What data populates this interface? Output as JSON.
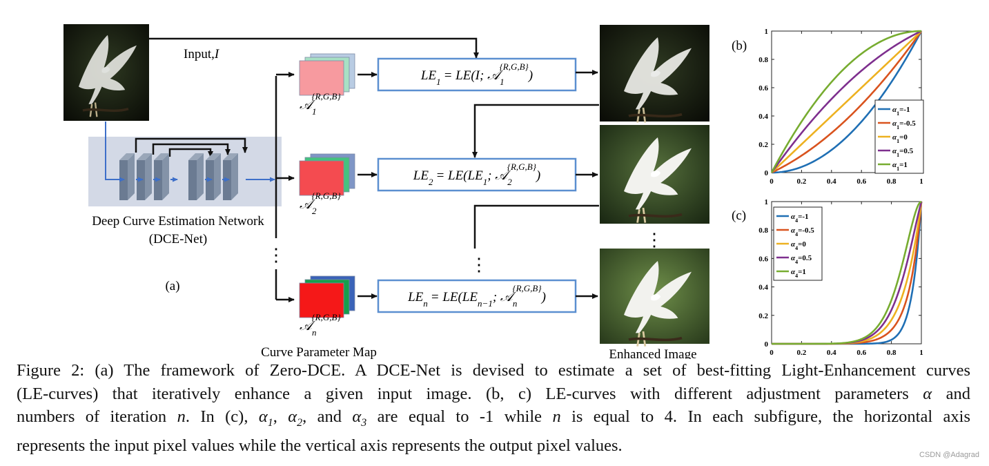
{
  "panel_a": {
    "input_label": "Input,",
    "input_symbol": "I",
    "network_name": "Deep Curve Estimation Network",
    "network_abbr": "(DCE-Net)",
    "panel_label": "(a)",
    "param_map_label": "Curve Parameter Map",
    "enhanced_label": "Enhanced Image",
    "le_boxes": [
      {
        "lhs": "LE",
        "sub": "1",
        "rhs": "= LE(I; 𝒜",
        "asub": "1",
        "asup": "{R,G,B}",
        "close": ")"
      },
      {
        "lhs": "LE",
        "sub": "2",
        "rhs": "= LE(LE",
        "rsub": "1",
        "rhs2": "; 𝒜",
        "asub": "2",
        "asup": "{R,G,B}",
        "close": ")"
      },
      {
        "lhs": "LE",
        "sub": "n",
        "rhs": "= LE(LE",
        "rsub": "n−1",
        "rhs2": "; 𝒜",
        "asub": "n",
        "asup": "{R,G,B}",
        "close": ")"
      }
    ],
    "param_maps": [
      {
        "symbol": "𝒜",
        "sub": "1",
        "sup": "{R,G,B}",
        "colors": [
          "#b9cce3",
          "#a8e0c4",
          "#f79a9f"
        ]
      },
      {
        "symbol": "𝒜",
        "sub": "2",
        "sup": "{R,G,B}",
        "colors": [
          "#7f96c6",
          "#45c27f",
          "#f44b50"
        ]
      },
      {
        "symbol": "𝒜",
        "sub": "n",
        "sup": "{R,G,B}",
        "colors": [
          "#3a63b8",
          "#169f4c",
          "#f51818"
        ]
      }
    ],
    "vertical_dots": "⋮"
  },
  "panel_b": {
    "label": "(b)"
  },
  "panel_c": {
    "label": "(c)"
  },
  "chart_data": [
    {
      "type": "line",
      "panel": "(b)",
      "x_ticks": [
        "0",
        "0.2",
        "0.4",
        "0.6",
        "0.8",
        "1"
      ],
      "y_ticks": [
        "0",
        "0.2",
        "0.4",
        "0.6",
        "0.8",
        "1"
      ],
      "xlim": [
        0,
        1
      ],
      "ylim": [
        0,
        1
      ],
      "legend_position": "bottom-right",
      "iterations": 1,
      "series": [
        {
          "name": "α1=-1",
          "alpha": -1,
          "color": "#1f6fb4"
        },
        {
          "name": "α1=-0.5",
          "alpha": -0.5,
          "color": "#d9531e"
        },
        {
          "name": "α1=0",
          "alpha": 0,
          "color": "#edb120"
        },
        {
          "name": "α1=0.5",
          "alpha": 0.5,
          "color": "#7e2f8e"
        },
        {
          "name": "α1=1",
          "alpha": 1,
          "color": "#77ac30"
        }
      ]
    },
    {
      "type": "line",
      "panel": "(c)",
      "x_ticks": [
        "0",
        "0.2",
        "0.4",
        "0.6",
        "0.8",
        "1"
      ],
      "y_ticks": [
        "0",
        "0.2",
        "0.4",
        "0.6",
        "0.8",
        "1"
      ],
      "xlim": [
        0,
        1
      ],
      "ylim": [
        0,
        1
      ],
      "legend_position": "top-left",
      "iterations": 4,
      "fixed_alpha": -1,
      "series": [
        {
          "name": "α4=-1",
          "alpha": -1,
          "color": "#1f6fb4"
        },
        {
          "name": "α4=-0.5",
          "alpha": -0.5,
          "color": "#d9531e"
        },
        {
          "name": "α4=0",
          "alpha": 0,
          "color": "#edb120"
        },
        {
          "name": "α4=0.5",
          "alpha": 0.5,
          "color": "#7e2f8e"
        },
        {
          "name": "α4=1",
          "alpha": 1,
          "color": "#77ac30"
        }
      ]
    }
  ],
  "caption": {
    "l1": "Figure 2: (a) The framework of Zero-DCE. A DCE-Net is devised to estimate a set of best-fitting Light-Enhancement curves",
    "l2a": "(LE-curves) that iteratively enhance a given input image.  (b, c) LE-curves with different adjustment parameters ",
    "l2b": " and",
    "l3a": "numbers of iteration ",
    "l3b": ".  In (c), ",
    "l3c": ", ",
    "l3d": ", and ",
    "l3e": " are equal to -1 while ",
    "l3f": " is equal to 4.  In each subfigure, the horizontal axis",
    "l4": "represents the input pixel values while the vertical axis represents the output pixel values.",
    "alpha": "α",
    "n": "n",
    "a1": "α1",
    "a2": "α2",
    "a3": "α3"
  },
  "watermark": "CSDN @Adagrad"
}
